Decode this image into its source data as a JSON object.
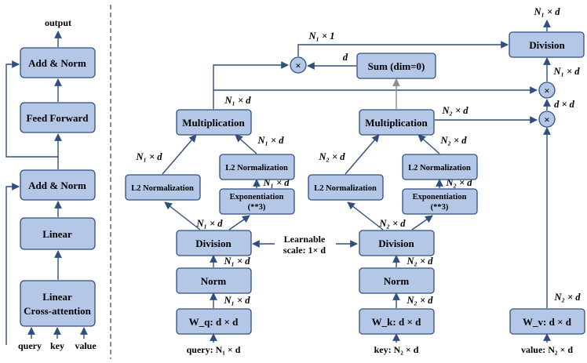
{
  "left": {
    "output": "output",
    "add_norm_top": "Add & Norm",
    "feed_forward": "Feed Forward",
    "add_norm_bottom": "Add & Norm",
    "linear": "Linear",
    "lca_line1": "Linear",
    "lca_line2": "Cross-attention",
    "inputs": [
      "query",
      "key",
      "value"
    ]
  },
  "query_branch": {
    "input_label": "query: N₁ × d",
    "w": "W_q: d × d",
    "norm": "Norm",
    "division": "Division",
    "l2_left": "L2 Normalization",
    "exp_line1": "Exponentiation",
    "exp_line2": "(**3)",
    "l2_right": "L2 Normalization",
    "multiplication": "Multiplication",
    "dim_w_norm": "N₁ × d",
    "dim_norm_div": "N₁ × d",
    "dim_div_exp": "N₁ × d",
    "dim_exp_l2": "N₁ × d",
    "dim_l2r_mult": "N₁ × d",
    "dim_l2l_mult": "N₁ × d",
    "dim_mult_out": "N₁ × d"
  },
  "key_branch": {
    "input_label": "key: N₂ × d",
    "w": "W_k: d × d",
    "norm": "Norm",
    "division": "Division",
    "l2_left": "L2 Normalization",
    "exp_line1": "Exponentiation",
    "exp_line2": "(**3)",
    "l2_right": "L2 Normalization",
    "multiplication": "Multiplication",
    "dim_w_norm": "N₂ × d",
    "dim_norm_div": "N₂ × d",
    "dim_div_exp": "N₂ × d",
    "dim_exp_l2": "N₂ × d",
    "dim_l2r_mult": "N₂ × d",
    "dim_l2l_mult": "N₂ × d",
    "dim_mult_out": "N₂ × d"
  },
  "learnable": {
    "line1": "Learnable",
    "line2": "scale: 1× d"
  },
  "value_branch": {
    "input_label": "value: N₂ × d",
    "w": "W_v: d × d",
    "dim_w_out": "N₂ × d"
  },
  "top": {
    "sum": "Sum (dim=0)",
    "sum_out_dim": "d",
    "times_sym": "×",
    "mul_out_dim": "N₁ × 1",
    "division": "Division",
    "division_out_dim": "N₁ × d",
    "times2_out_dim": "N₁ × d",
    "times3_out_dim": "d × d"
  }
}
